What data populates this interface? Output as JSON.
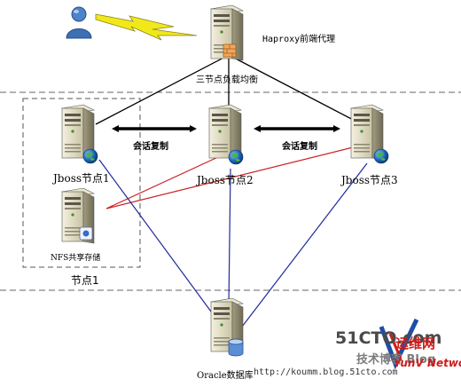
{
  "labels": {
    "haproxy": "Haproxy前端代理",
    "lb": "三节点负载均衡",
    "session_left": "会话复制",
    "session_right": "会话复制",
    "jboss1": "Jboss节点1",
    "jboss2": "Jboss节点2",
    "jboss3": "Jboss节点3",
    "nfs": "NFS共享存储",
    "node1_group": "节点1",
    "oracle": "Oracle数据库"
  },
  "watermark": {
    "logo": "51CTO.com",
    "blog_label": "技术博客 Blog",
    "url": "http://koumm.blog.51cto.com",
    "brand_cn": "运维网",
    "brand_en": "YunV Network"
  },
  "colors": {
    "line_black": "#000000",
    "line_red": "#cc1f1f",
    "line_blue": "#1f2a9a",
    "server_body": "#d7d2b8",
    "server_dark": "#6e6a55",
    "zone_dash": "#555555",
    "bolt": "#f1e81a",
    "user_blue": "#3c6fb4"
  },
  "icons": [
    "user-icon",
    "lightning-bolt-icon",
    "server-icon",
    "globe-icon",
    "disk-icon",
    "double-arrow-icon"
  ]
}
